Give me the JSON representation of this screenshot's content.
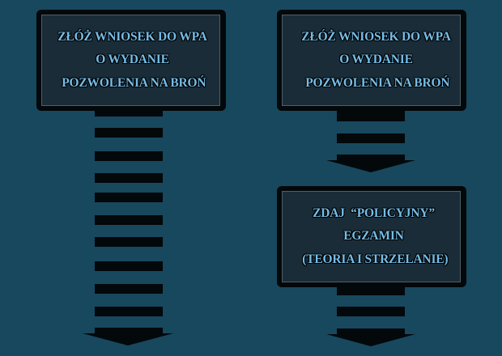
{
  "colors": {
    "background": "#17485e",
    "box_outer": "#03080b",
    "box_inner": "#1a2c37",
    "box_inner_border": "#4d5f68",
    "text": "#74bde8",
    "arrow": "#03080b"
  },
  "left_column": {
    "box": {
      "lines": [
        "ZŁÓŻ WNIOSEK DO WPA",
        "O WYDANIE",
        " POZWOLENIA NA BROŃ"
      ]
    },
    "arrow": {
      "direction": "down",
      "style": "striped-long"
    }
  },
  "right_column": {
    "step1": {
      "lines": [
        "ZŁÓŻ WNIOSEK DO WPA",
        "O WYDANIE",
        " POZWOLENIA NA BROŃ"
      ]
    },
    "arrow1": {
      "direction": "down",
      "style": "striped-short"
    },
    "step2": {
      "lines": [
        "ZDAJ  “POLICYJNY”",
        "EGZAMIN",
        " (TEORIA I STRZELANIE)"
      ]
    },
    "arrow2": {
      "direction": "down",
      "style": "striped-short"
    }
  }
}
